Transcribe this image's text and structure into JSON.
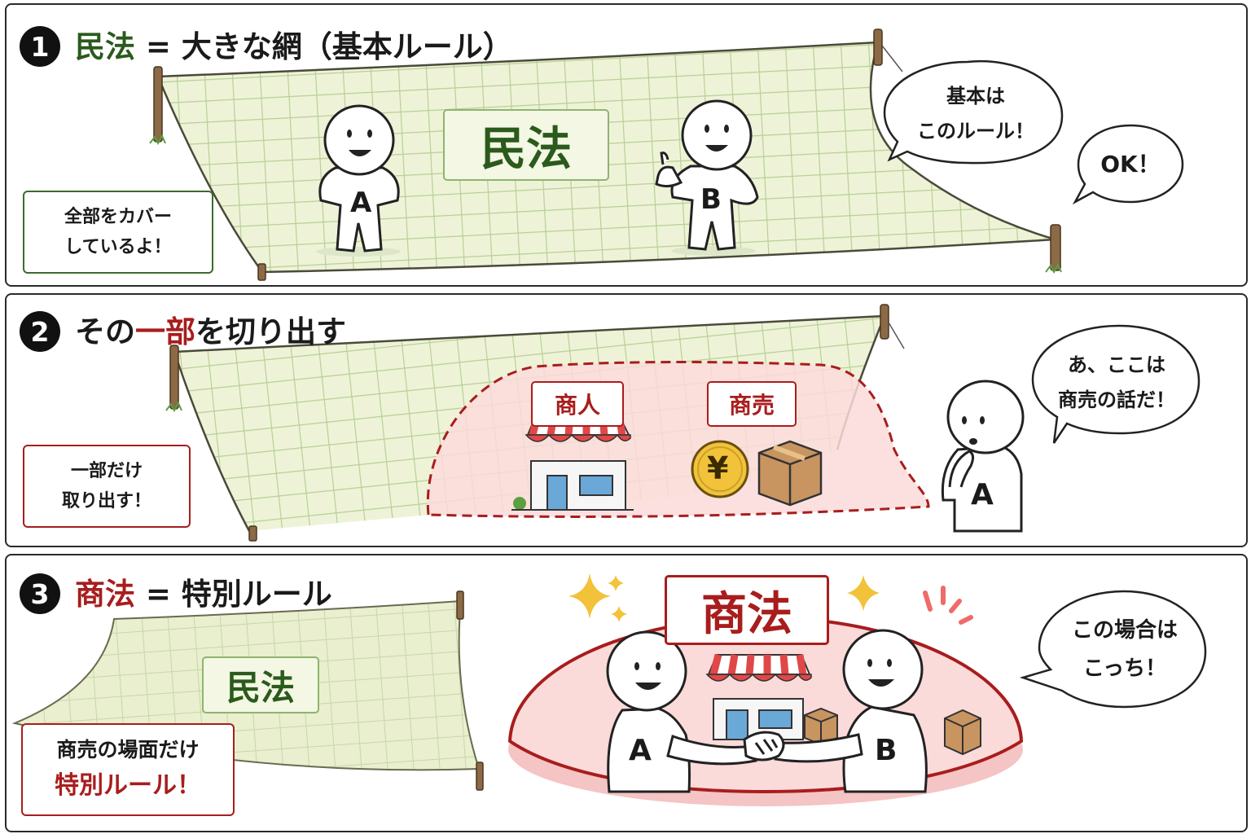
{
  "panels": [
    {
      "number": "1",
      "heading": {
        "highlight": "民法",
        "rest": " = 大きな網（基本ルール）"
      },
      "net_label": "民法",
      "note": [
        "全部をカバー",
        "しているよ！"
      ],
      "bubbles": [
        [
          "基本は",
          "このルール！"
        ],
        [
          "OK！"
        ]
      ],
      "figures": [
        "A",
        "B"
      ]
    },
    {
      "number": "2",
      "heading": {
        "before": "その",
        "highlight": "一部",
        "after": "を切り出す"
      },
      "note": [
        "一部だけ",
        "取り出す！"
      ],
      "tags": [
        "商人",
        "商売"
      ],
      "yen": "¥",
      "bubble": [
        "あ、ここは",
        "商売の話だ！"
      ],
      "figure": "A"
    },
    {
      "number": "3",
      "heading": {
        "highlight": "商法",
        "rest": " = 特別ルール"
      },
      "net_label": "民法",
      "note": {
        "line1": "商売の場面だけ",
        "line2": "特別ルール！"
      },
      "dome_label": "商法",
      "bubble": [
        "この場合は",
        "こっち！"
      ],
      "figures": [
        "A",
        "B"
      ]
    }
  ],
  "colors": {
    "green_dark": "#2a5a1c",
    "red": "#a81d1d",
    "net_fill": "#eef3d8",
    "net_grid": "#b7cf95",
    "pink": "#fbdada"
  },
  "icons": [
    "sparkle-icon",
    "shop-icon",
    "yen-coin-icon",
    "box-icon",
    "handshake-icon",
    "post-icon"
  ]
}
